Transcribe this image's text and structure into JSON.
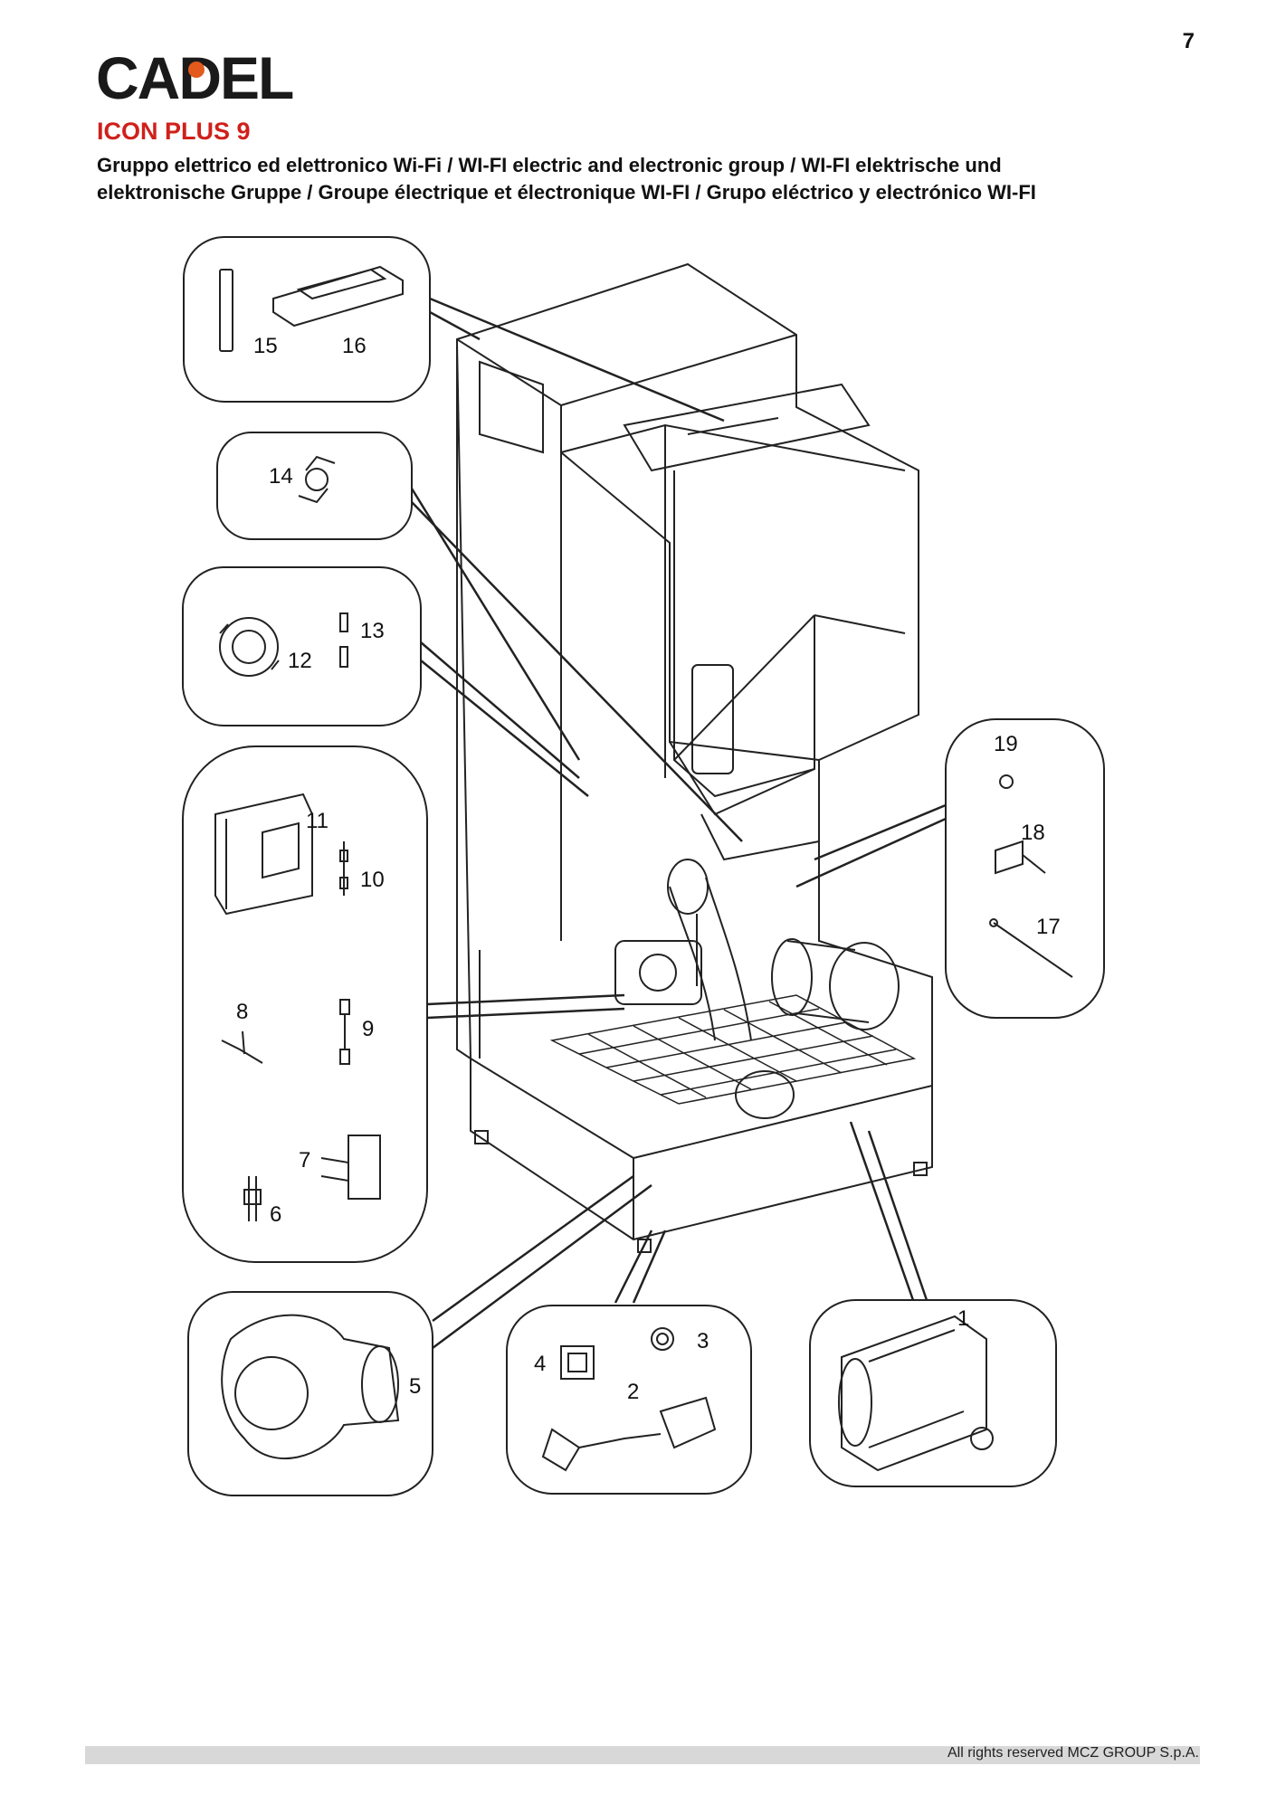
{
  "header": {
    "page_number": "7",
    "logo_text": "CADEL",
    "logo_dot_color": "#e25a1c",
    "product_title": "ICON PLUS 9",
    "subtitle_line1": "Gruppo elettrico ed elettronico Wi-Fi / WI-FI electric and electronic group  / WI-FI elektrische und",
    "subtitle_line2": "elektronische Gruppe / Groupe électrique et électronique WI-FI / Grupo eléctrico y electrónico WI-FI"
  },
  "parts": {
    "p1": "1",
    "p2": "2",
    "p3": "3",
    "p4": "4",
    "p5": "5",
    "p6": "6",
    "p7": "7",
    "p8": "8",
    "p9": "9",
    "p10": "10",
    "p11": "11",
    "p12": "12",
    "p13": "13",
    "p14": "14",
    "p15": "15",
    "p16": "16",
    "p17": "17",
    "p18": "18",
    "p19": "19"
  },
  "footer": {
    "copyright": "All rights reserved MCZ GROUP S.p.A."
  }
}
